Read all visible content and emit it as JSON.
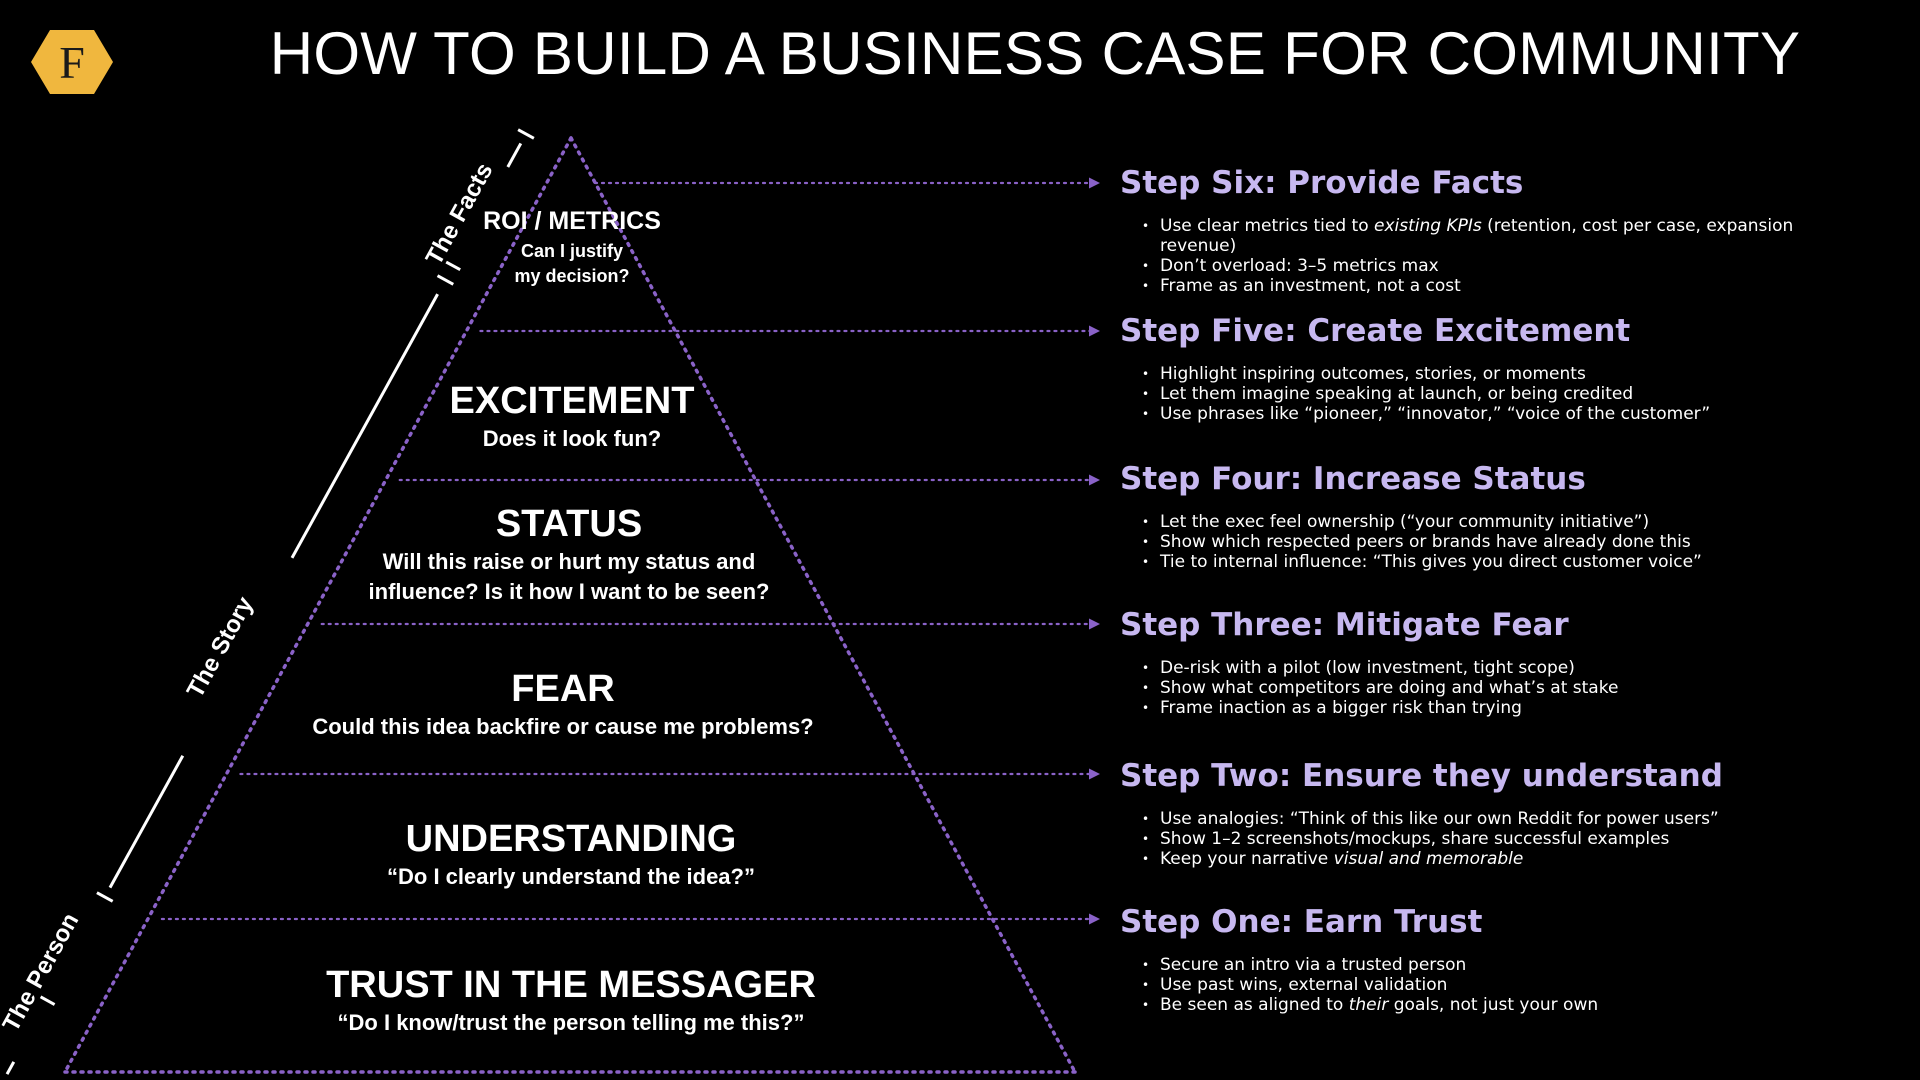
{
  "header": {
    "title": "HOW TO BUILD A BUSINESS CASE FOR COMMUNITY",
    "logo_letter": "F"
  },
  "colors": {
    "background": "#000000",
    "logo": "#f0b73e",
    "accent_purple": "#8a62c8",
    "step_title": "#c7b8f0",
    "text": "#ffffff"
  },
  "axis_labels": {
    "facts": "The Facts",
    "story": "The Story",
    "person": "The Person"
  },
  "pyramid": {
    "levels": [
      {
        "name": "ROI / METRICS",
        "question": "Can I justify my decision?"
      },
      {
        "name": "EXCITEMENT",
        "question": "Does it look fun?"
      },
      {
        "name": "STATUS",
        "question": "Will this raise or hurt my status and influence? Is it how I want to be seen?"
      },
      {
        "name": "FEAR",
        "question": "Could this idea backfire or cause me problems?"
      },
      {
        "name": "UNDERSTANDING",
        "question": "“Do I clearly understand the idea?”"
      },
      {
        "name": "TRUST IN THE MESSAGER",
        "question": "“Do I know/trust the person telling me this?”"
      }
    ]
  },
  "steps": [
    {
      "title": "Step Six: Provide Facts",
      "bullets": [
        {
          "pre": "Use clear metrics tied to ",
          "em": "existing KPIs",
          "post": " (retention, cost per case, expansion revenue)"
        },
        {
          "pre": "Don’t overload: 3–5 metrics max",
          "em": "",
          "post": ""
        },
        {
          "pre": "Frame as an investment, not a cost",
          "em": "",
          "post": ""
        }
      ]
    },
    {
      "title": "Step Five: Create Excitement",
      "bullets": [
        {
          "pre": "Highlight inspiring outcomes, stories, or moments",
          "em": "",
          "post": ""
        },
        {
          "pre": "Let them imagine speaking at launch, or being credited",
          "em": "",
          "post": ""
        },
        {
          "pre": "Use phrases like “pioneer,” “innovator,” “voice of the customer”",
          "em": "",
          "post": ""
        }
      ]
    },
    {
      "title": "Step Four: Increase Status",
      "bullets": [
        {
          "pre": "Let the exec feel ownership (“your community initiative”)",
          "em": "",
          "post": ""
        },
        {
          "pre": "Show which respected peers or brands have already done this",
          "em": "",
          "post": ""
        },
        {
          "pre": "Tie to internal influence: “This gives you direct customer voice”",
          "em": "",
          "post": ""
        }
      ]
    },
    {
      "title": "Step Three: Mitigate Fear",
      "bullets": [
        {
          "pre": "De-risk with a pilot (low investment, tight scope)",
          "em": "",
          "post": ""
        },
        {
          "pre": "Show what competitors are doing and what’s at stake",
          "em": "",
          "post": ""
        },
        {
          "pre": "Frame inaction as a bigger risk than trying",
          "em": "",
          "post": ""
        }
      ]
    },
    {
      "title": "Step Two: Ensure they understand",
      "bullets": [
        {
          "pre": "Use analogies: “Think of this like our own Reddit for power users”",
          "em": "",
          "post": ""
        },
        {
          "pre": "Show 1–2 screenshots/mockups, share successful examples",
          "em": "",
          "post": ""
        },
        {
          "pre": "Keep your narrative ",
          "em": "visual and memorable",
          "post": ""
        }
      ]
    },
    {
      "title": "Step One: Earn Trust",
      "bullets": [
        {
          "pre": "Secure an intro via a trusted person",
          "em": "",
          "post": ""
        },
        {
          "pre": "Use past wins, external validation",
          "em": "",
          "post": ""
        },
        {
          "pre": "Be seen as aligned to ",
          "em": "their",
          "post": " goals, not just your own"
        }
      ]
    }
  ]
}
